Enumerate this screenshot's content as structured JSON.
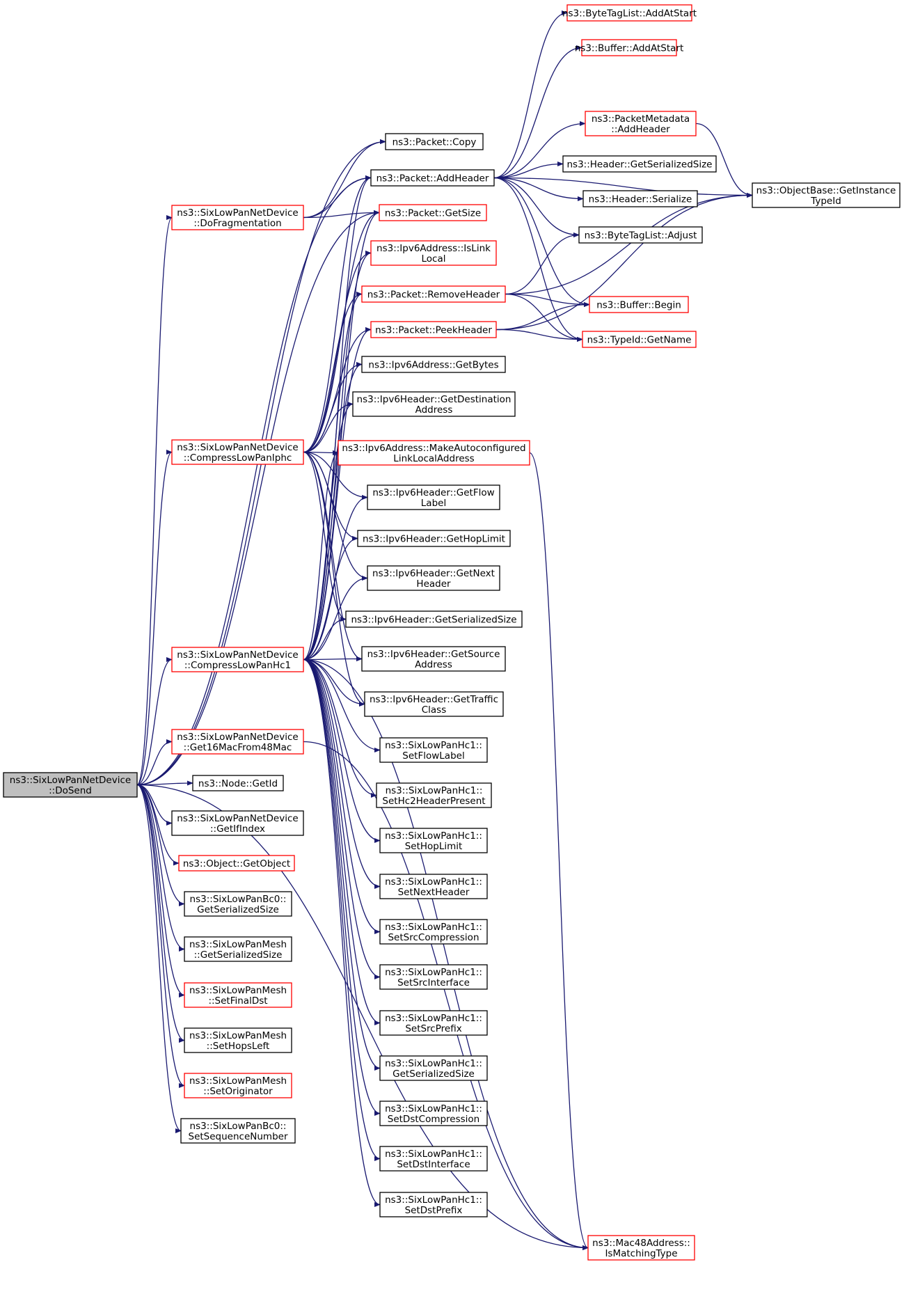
{
  "nodes": [
    {
      "id": "dosend",
      "lines": [
        "ns3::SixLowPanNetDevice",
        "::DoSend"
      ],
      "border": "gray"
    },
    {
      "id": "dofrag",
      "lines": [
        "ns3::SixLowPanNetDevice",
        "::DoFragmentation"
      ],
      "border": "red"
    },
    {
      "id": "iphc",
      "lines": [
        "ns3::SixLowPanNetDevice",
        "::CompressLowPanIphc"
      ],
      "border": "red"
    },
    {
      "id": "hc1c",
      "lines": [
        "ns3::SixLowPanNetDevice",
        "::CompressLowPanHc1"
      ],
      "border": "red"
    },
    {
      "id": "get16",
      "lines": [
        "ns3::SixLowPanNetDevice",
        "::Get16MacFrom48Mac"
      ],
      "border": "red"
    },
    {
      "id": "nodegetid",
      "lines": [
        "ns3::Node::GetId"
      ],
      "border": "black"
    },
    {
      "id": "getifindex",
      "lines": [
        "ns3::SixLowPanNetDevice",
        "::GetIfIndex"
      ],
      "border": "black"
    },
    {
      "id": "getobject",
      "lines": [
        "ns3::Object::GetObject"
      ],
      "border": "red"
    },
    {
      "id": "bc0size",
      "lines": [
        "ns3::SixLowPanBc0::",
        "GetSerializedSize"
      ],
      "border": "black"
    },
    {
      "id": "meshsize",
      "lines": [
        "ns3::SixLowPanMesh",
        "::GetSerializedSize"
      ],
      "border": "black"
    },
    {
      "id": "meshfinal",
      "lines": [
        "ns3::SixLowPanMesh",
        "::SetFinalDst"
      ],
      "border": "red"
    },
    {
      "id": "meshhops",
      "lines": [
        "ns3::SixLowPanMesh",
        "::SetHopsLeft"
      ],
      "border": "black"
    },
    {
      "id": "meshorig",
      "lines": [
        "ns3::SixLowPanMesh",
        "::SetOriginator"
      ],
      "border": "red"
    },
    {
      "id": "bc0seq",
      "lines": [
        "ns3::SixLowPanBc0::",
        "SetSequenceNumber"
      ],
      "border": "black"
    },
    {
      "id": "pcopy",
      "lines": [
        "ns3::Packet::Copy"
      ],
      "border": "black"
    },
    {
      "id": "paddh",
      "lines": [
        "ns3::Packet::AddHeader"
      ],
      "border": "black"
    },
    {
      "id": "pgetsize",
      "lines": [
        "ns3::Packet::GetSize"
      ],
      "border": "red"
    },
    {
      "id": "islinklocal",
      "lines": [
        "ns3::Ipv6Address::IsLink",
        "Local"
      ],
      "border": "red"
    },
    {
      "id": "premove",
      "lines": [
        "ns3::Packet::RemoveHeader"
      ],
      "border": "red"
    },
    {
      "id": "ppeek",
      "lines": [
        "ns3::Packet::PeekHeader"
      ],
      "border": "red"
    },
    {
      "id": "getbytes",
      "lines": [
        "ns3::Ipv6Address::GetBytes"
      ],
      "border": "black"
    },
    {
      "id": "getdst",
      "lines": [
        "ns3::Ipv6Header::GetDestination",
        "Address"
      ],
      "border": "black"
    },
    {
      "id": "mkauto",
      "lines": [
        "ns3::Ipv6Address::MakeAutoconfigured",
        "LinkLocalAddress"
      ],
      "border": "red"
    },
    {
      "id": "getflow",
      "lines": [
        "ns3::Ipv6Header::GetFlow",
        "Label"
      ],
      "border": "black"
    },
    {
      "id": "gethop",
      "lines": [
        "ns3::Ipv6Header::GetHopLimit"
      ],
      "border": "black"
    },
    {
      "id": "getnext",
      "lines": [
        "ns3::Ipv6Header::GetNext",
        "Header"
      ],
      "border": "black"
    },
    {
      "id": "ipv6size",
      "lines": [
        "ns3::Ipv6Header::GetSerializedSize"
      ],
      "border": "black"
    },
    {
      "id": "getsrc",
      "lines": [
        "ns3::Ipv6Header::GetSource",
        "Address"
      ],
      "border": "black"
    },
    {
      "id": "gettraffic",
      "lines": [
        "ns3::Ipv6Header::GetTraffic",
        "Class"
      ],
      "border": "black"
    },
    {
      "id": "setflow",
      "lines": [
        "ns3::SixLowPanHc1::",
        "SetFlowLabel"
      ],
      "border": "black"
    },
    {
      "id": "sethc2",
      "lines": [
        "ns3::SixLowPanHc1::",
        "SetHc2HeaderPresent"
      ],
      "border": "black"
    },
    {
      "id": "sethop",
      "lines": [
        "ns3::SixLowPanHc1::",
        "SetHopLimit"
      ],
      "border": "black"
    },
    {
      "id": "setnext",
      "lines": [
        "ns3::SixLowPanHc1::",
        "SetNextHeader"
      ],
      "border": "black"
    },
    {
      "id": "setsrccomp",
      "lines": [
        "ns3::SixLowPanHc1::",
        "SetSrcCompression"
      ],
      "border": "black"
    },
    {
      "id": "setsrcif",
      "lines": [
        "ns3::SixLowPanHc1::",
        "SetSrcInterface"
      ],
      "border": "black"
    },
    {
      "id": "setsrcpre",
      "lines": [
        "ns3::SixLowPanHc1::",
        "SetSrcPrefix"
      ],
      "border": "black"
    },
    {
      "id": "hc1size",
      "lines": [
        "ns3::SixLowPanHc1::",
        "GetSerializedSize"
      ],
      "border": "black"
    },
    {
      "id": "setdstcomp",
      "lines": [
        "ns3::SixLowPanHc1::",
        "SetDstCompression"
      ],
      "border": "black"
    },
    {
      "id": "setdstif",
      "lines": [
        "ns3::SixLowPanHc1::",
        "SetDstInterface"
      ],
      "border": "black"
    },
    {
      "id": "setdstpre",
      "lines": [
        "ns3::SixLowPanHc1::",
        "SetDstPrefix"
      ],
      "border": "black"
    },
    {
      "id": "ismatch",
      "lines": [
        "ns3::Mac48Address::",
        "IsMatchingType"
      ],
      "border": "red"
    },
    {
      "id": "btladdstart",
      "lines": [
        "ns3::ByteTagList::AddAtStart"
      ],
      "border": "red"
    },
    {
      "id": "bufaddstart",
      "lines": [
        "ns3::Buffer::AddAtStart"
      ],
      "border": "red"
    },
    {
      "id": "pmaddh",
      "lines": [
        "ns3::PacketMetadata",
        "::AddHeader"
      ],
      "border": "red"
    },
    {
      "id": "hdrsize",
      "lines": [
        "ns3::Header::GetSerializedSize"
      ],
      "border": "black"
    },
    {
      "id": "hdrser",
      "lines": [
        "ns3::Header::Serialize"
      ],
      "border": "black"
    },
    {
      "id": "btladjust",
      "lines": [
        "ns3::ByteTagList::Adjust"
      ],
      "border": "black"
    },
    {
      "id": "bufbegin",
      "lines": [
        "ns3::Buffer::Begin"
      ],
      "border": "red"
    },
    {
      "id": "typeidname",
      "lines": [
        "ns3::TypeId::GetName"
      ],
      "border": "red"
    },
    {
      "id": "objtypeid",
      "lines": [
        "ns3::ObjectBase::GetInstance",
        "TypeId"
      ],
      "border": "black"
    }
  ],
  "edges": [
    [
      "dosend",
      "dofrag"
    ],
    [
      "dosend",
      "iphc"
    ],
    [
      "dosend",
      "hc1c"
    ],
    [
      "dosend",
      "get16"
    ],
    [
      "dosend",
      "nodegetid"
    ],
    [
      "dosend",
      "getifindex"
    ],
    [
      "dosend",
      "getobject"
    ],
    [
      "dosend",
      "bc0size"
    ],
    [
      "dosend",
      "meshsize"
    ],
    [
      "dosend",
      "meshfinal"
    ],
    [
      "dosend",
      "meshhops"
    ],
    [
      "dosend",
      "meshorig"
    ],
    [
      "dosend",
      "bc0seq"
    ],
    [
      "dosend",
      "pcopy"
    ],
    [
      "dosend",
      "paddh"
    ],
    [
      "dosend",
      "pgetsize"
    ],
    [
      "dosend",
      "ismatch"
    ],
    [
      "dofrag",
      "pcopy"
    ],
    [
      "dofrag",
      "paddh"
    ],
    [
      "dofrag",
      "pgetsize"
    ],
    [
      "iphc",
      "paddh"
    ],
    [
      "iphc",
      "pgetsize"
    ],
    [
      "iphc",
      "islinklocal"
    ],
    [
      "iphc",
      "premove"
    ],
    [
      "iphc",
      "ppeek"
    ],
    [
      "iphc",
      "getbytes"
    ],
    [
      "iphc",
      "getdst"
    ],
    [
      "iphc",
      "mkauto"
    ],
    [
      "iphc",
      "getflow"
    ],
    [
      "iphc",
      "gethop"
    ],
    [
      "iphc",
      "getnext"
    ],
    [
      "iphc",
      "ipv6size"
    ],
    [
      "iphc",
      "getsrc"
    ],
    [
      "iphc",
      "gettraffic"
    ],
    [
      "hc1c",
      "paddh"
    ],
    [
      "hc1c",
      "pgetsize"
    ],
    [
      "hc1c",
      "islinklocal"
    ],
    [
      "hc1c",
      "premove"
    ],
    [
      "hc1c",
      "ppeek"
    ],
    [
      "hc1c",
      "getbytes"
    ],
    [
      "hc1c",
      "getdst"
    ],
    [
      "hc1c",
      "mkauto"
    ],
    [
      "hc1c",
      "getflow"
    ],
    [
      "hc1c",
      "gethop"
    ],
    [
      "hc1c",
      "getnext"
    ],
    [
      "hc1c",
      "ipv6size"
    ],
    [
      "hc1c",
      "getsrc"
    ],
    [
      "hc1c",
      "gettraffic"
    ],
    [
      "hc1c",
      "setflow"
    ],
    [
      "hc1c",
      "sethc2"
    ],
    [
      "hc1c",
      "sethop"
    ],
    [
      "hc1c",
      "setnext"
    ],
    [
      "hc1c",
      "setsrccomp"
    ],
    [
      "hc1c",
      "setsrcif"
    ],
    [
      "hc1c",
      "setsrcpre"
    ],
    [
      "hc1c",
      "hc1size"
    ],
    [
      "hc1c",
      "setdstcomp"
    ],
    [
      "hc1c",
      "setdstif"
    ],
    [
      "hc1c",
      "setdstpre"
    ],
    [
      "hc1c",
      "ismatch"
    ],
    [
      "get16",
      "ismatch"
    ],
    [
      "mkauto",
      "ismatch"
    ],
    [
      "paddh",
      "btladdstart"
    ],
    [
      "paddh",
      "bufaddstart"
    ],
    [
      "paddh",
      "objtypeid"
    ],
    [
      "paddh",
      "pmaddh"
    ],
    [
      "paddh",
      "hdrsize"
    ],
    [
      "paddh",
      "hdrser"
    ],
    [
      "paddh",
      "btladjust"
    ],
    [
      "paddh",
      "bufbegin"
    ],
    [
      "paddh",
      "typeidname"
    ],
    [
      "premove",
      "btladjust"
    ],
    [
      "premove",
      "objtypeid"
    ],
    [
      "premove",
      "bufbegin"
    ],
    [
      "premove",
      "typeidname"
    ],
    [
      "ppeek",
      "bufbegin"
    ],
    [
      "ppeek",
      "typeidname"
    ],
    [
      "ppeek",
      "objtypeid"
    ],
    [
      "pmaddh",
      "objtypeid"
    ]
  ]
}
